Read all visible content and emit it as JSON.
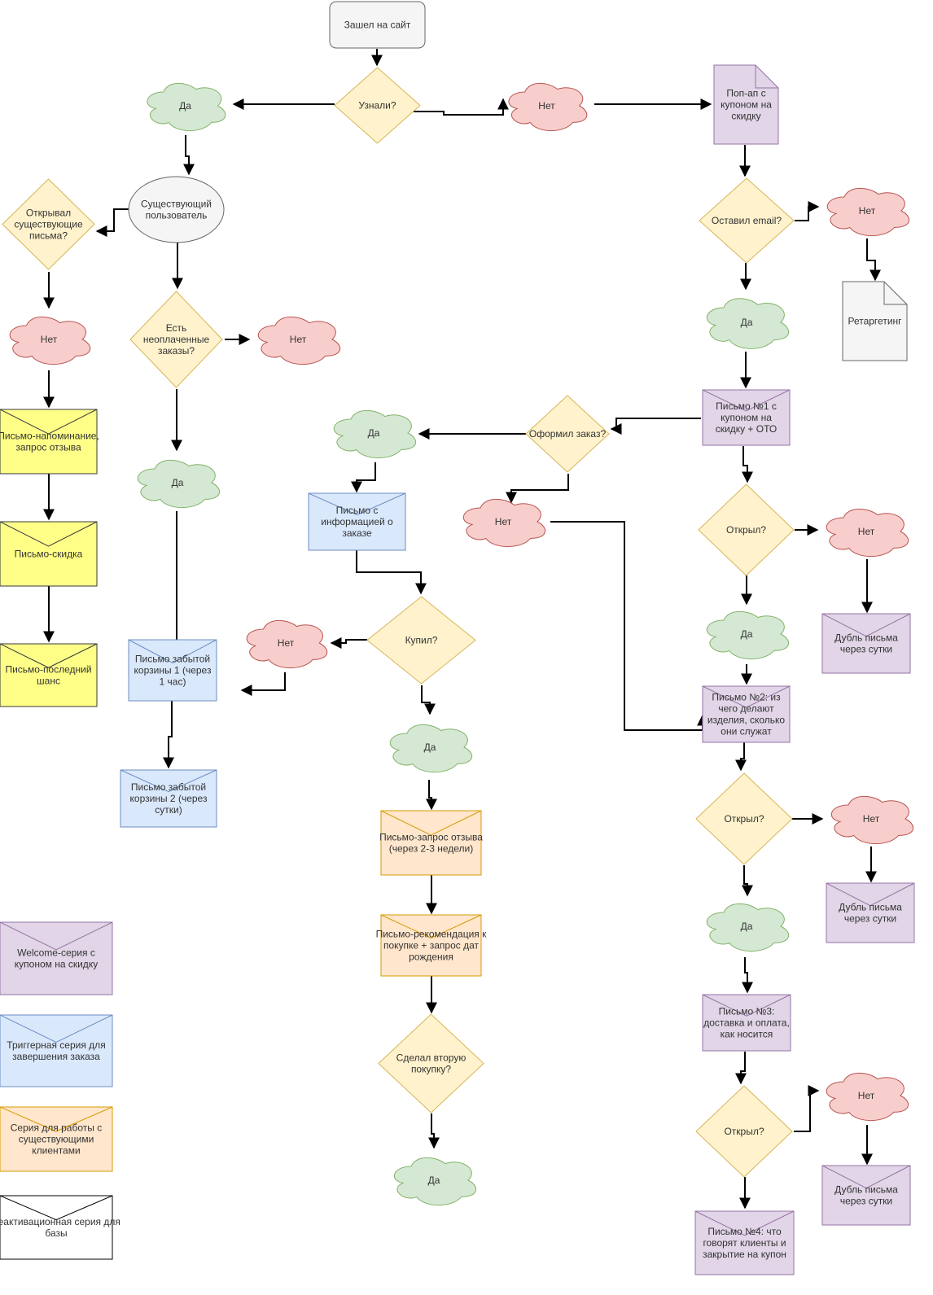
{
  "colors": {
    "start": "#f5f5f5",
    "decision": "#fff2cc",
    "decision_stroke": "#d6b656",
    "yes": "#d5e8d4",
    "yes_stroke": "#82b366",
    "no": "#f8cecc",
    "no_stroke": "#b85450",
    "welcome": "#e1d5e7",
    "welcome_stroke": "#9673a6",
    "trigger": "#dae8fc",
    "trigger_stroke": "#6c8ebf",
    "existing": "#ffe6cc",
    "existing_stroke": "#d79b00",
    "reactivation": "#ffff88",
    "reactivation_stroke": "#36393d"
  },
  "nodes": {
    "start": "Зашел на сайт",
    "q_know": "Узнали?",
    "yes_know": "Да",
    "no_know": "Нет",
    "popup": "Поп-ап с купоном на скидку",
    "q_email": "Оставил email?",
    "no_email": "Нет",
    "retarget": "Ретаргетинг",
    "yes_email": "Да",
    "letter1": "Письмо №1 с купоном на скидку + ОТО",
    "q_open1": "Открыл?",
    "no_open1": "Нет",
    "dup1": "Дубль письма через сутки",
    "yes_open1": "Да",
    "letter2": "Письмо №2: из чего делают изделия, сколько они служат",
    "q_open2": "Открыл?",
    "no_open2": "Нет",
    "dup2": "Дубль письма через сутки",
    "yes_open2": "Да",
    "letter3": "Письмо №3: доставка и оплата, как носится",
    "q_open3": "Открыл?",
    "no_open3": "Нет",
    "dup3": "Дубль письма через сутки",
    "letter4": "Письмо №4: что говорят клиенты и закрытие на купон",
    "existing_user": "Существующий пользователь",
    "q_opened_letters": "Открывал существующие письма?",
    "no_opened": "Нет",
    "reminder": "Письмо-напоминание, запрос отзыва",
    "discount": "Письмо-скидка",
    "last_chance": "Письмо-последний шанс",
    "q_unpaid": "Есть неоплаченные заказы?",
    "no_unpaid": "Нет",
    "yes_unpaid": "Да",
    "cart1": "Письмо забытой корзины 1 (через 1 час)",
    "cart2": "Письмо забытой корзины 2 (через сутки)",
    "q_order": "Оформил заказ?",
    "yes_order": "Да",
    "no_order": "Нет",
    "order_info": "Письмо с информацией о заказе",
    "q_bought": "Купил?",
    "no_bought": "Нет",
    "yes_bought": "Да",
    "review": "Письмо-запрос отзыва (через 2-3 недели)",
    "recommend": "Письмо-рекомендация к покупке + запрос дат рождения",
    "q_second": "Сделал вторую покупку?",
    "yes_second": "Да"
  },
  "legend": {
    "welcome": "Welcome-серия с купоном на скидку",
    "trigger": "Триггерная серия для завершения заказа",
    "existing": "Серия для работы с существующими клиентами",
    "reactivation": "Реактивационная серия для базы"
  }
}
